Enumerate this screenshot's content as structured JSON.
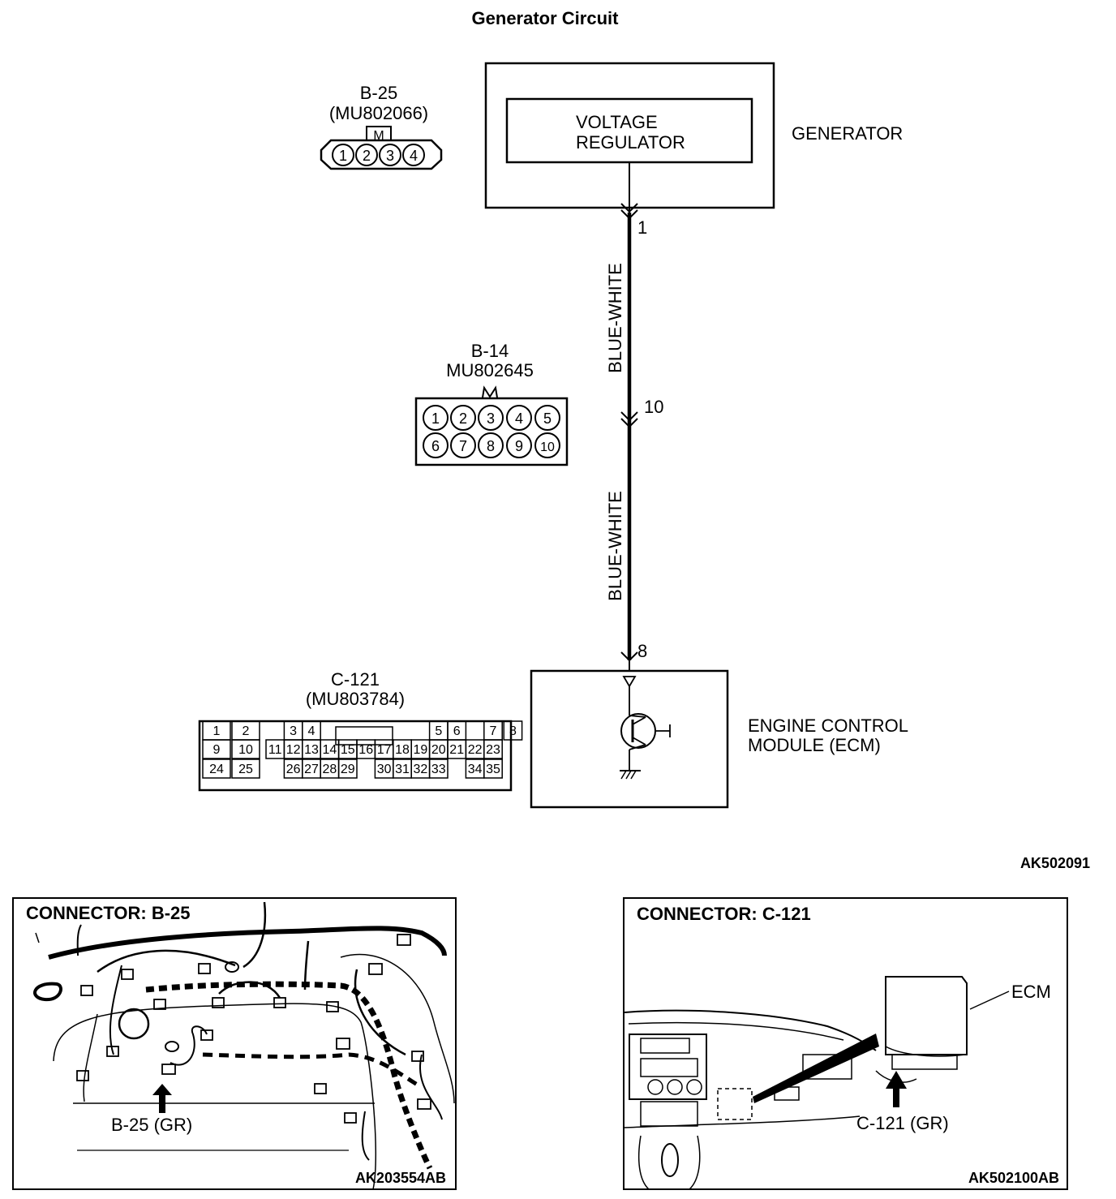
{
  "title": "Generator Circuit",
  "connectors": {
    "b25": {
      "id": "B-25",
      "part": "(MU802066)",
      "key": "M",
      "pins": [
        "1",
        "2",
        "3",
        "4"
      ]
    },
    "b14": {
      "id": "B-14",
      "part": "MU802645",
      "pins": [
        "1",
        "2",
        "3",
        "4",
        "5",
        "6",
        "7",
        "8",
        "9",
        "10"
      ]
    },
    "c121": {
      "id": "C-121",
      "part": "(MU803784)",
      "pins": [
        "1",
        "2",
        "3",
        "4",
        "5",
        "6",
        "7",
        "8",
        "9",
        "10",
        "11",
        "12",
        "13",
        "14",
        "15",
        "16",
        "17",
        "18",
        "19",
        "20",
        "21",
        "22",
        "23",
        "24",
        "25",
        "26",
        "27",
        "28",
        "29",
        "30",
        "31",
        "32",
        "33",
        "34",
        "35"
      ]
    }
  },
  "generator": {
    "label": "GENERATOR",
    "regulator_line1": "VOLTAGE",
    "regulator_line2": "REGULATOR"
  },
  "ecm": {
    "line1": "ENGINE CONTROL",
    "line2": "MODULE (ECM)"
  },
  "wire": {
    "color_upper": "BLUE-WHITE",
    "color_lower": "BLUE-WHITE",
    "pin_generator": "1",
    "pin_junction": "10",
    "pin_ecm": "8"
  },
  "figure_code_top": "AK502091",
  "panel_left": {
    "title": "CONNECTOR: B-25",
    "callout": "B-25 (GR)",
    "code": "AK203554AB"
  },
  "panel_right": {
    "title": "CONNECTOR: C-121",
    "ecm_label": "ECM",
    "callout": "C-121 (GR)",
    "code": "AK502100AB"
  }
}
